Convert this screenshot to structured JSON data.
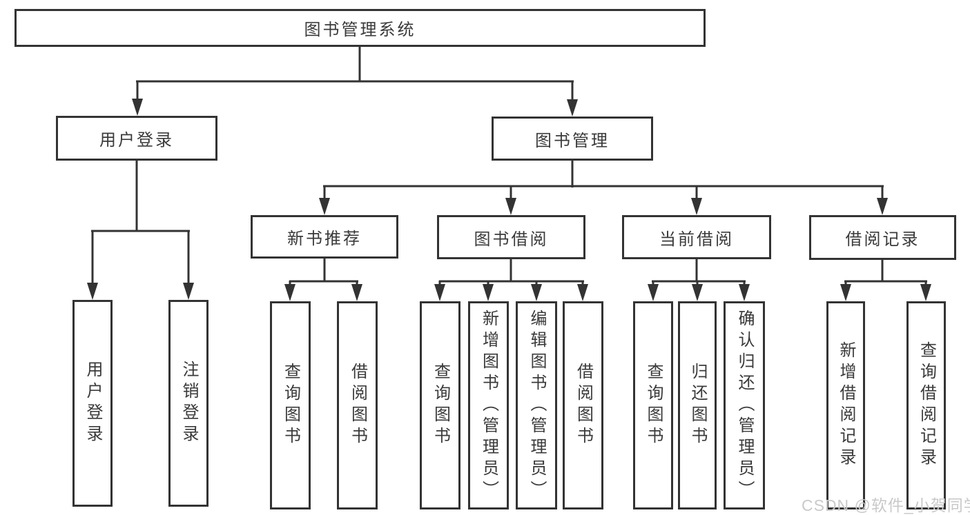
{
  "tree": {
    "root": "图书管理系统",
    "children": [
      {
        "label": "用户登录",
        "children": [
          "用户登录",
          "注销登录"
        ]
      },
      {
        "label": "图书管理",
        "children": [
          {
            "label": "新书推荐",
            "children": [
              "查询图书",
              "借阅图书"
            ]
          },
          {
            "label": "图书借阅",
            "children": [
              "查询图书",
              "新增图书（管理员）",
              "编辑图书（管理员）",
              "借阅图书"
            ]
          },
          {
            "label": "当前借阅",
            "children": [
              "查询图书",
              "归还图书",
              "确认归还（管理员）"
            ]
          },
          {
            "label": "借阅记录",
            "children": [
              "新增借阅记录",
              "查询借阅记录"
            ]
          }
        ]
      }
    ]
  },
  "colors": {
    "line": "#333333",
    "text": "#3a3a3a",
    "watermark": "#c9c9c9",
    "background": "#ffffff"
  },
  "watermark": {
    "text": "CSDN @软件_小贺同学"
  }
}
